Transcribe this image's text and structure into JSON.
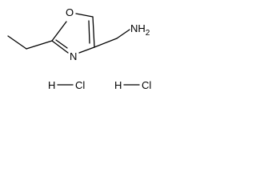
{
  "molecule": {
    "atoms": {
      "oxygen": "O",
      "nitrogen": "N",
      "amine": "NH2"
    },
    "salt": [
      {
        "h": "H",
        "cl": "Cl"
      },
      {
        "h": "H",
        "cl": "Cl"
      }
    ]
  },
  "colors": {
    "ink": "#000000",
    "background": "#ffffff"
  }
}
